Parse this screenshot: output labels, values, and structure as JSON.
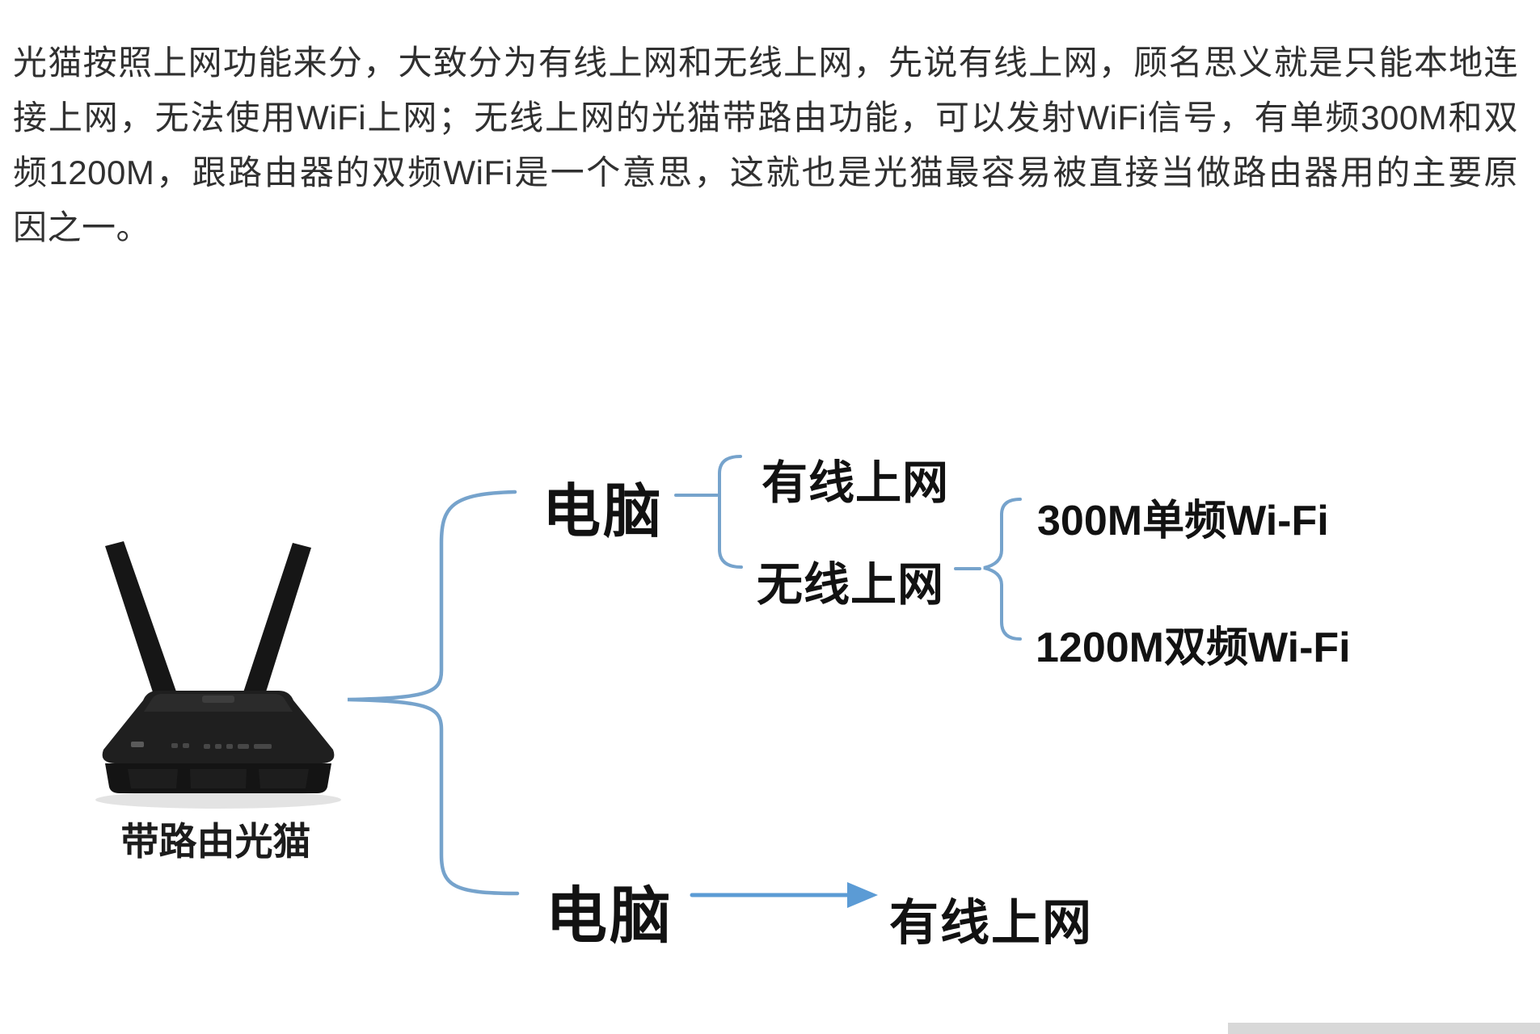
{
  "article": {
    "lines": [
      "光猫按照上网功能来分，大致分为有线上网和无线上网，先说有线上网，顾名思义就是只能本地连",
      "接上网，无法使用WiFi上网；无线上网的光猫带路由功能，可以发射WiFi信号，有单频300M和双",
      "频1200M，跟路由器的双频WiFi是一个意思，这就也是光猫最容易被直接当做路由器用的主要原",
      "因之一。"
    ]
  },
  "mindmap": {
    "root_label": "带路由光猫",
    "branches": [
      {
        "node": "电脑",
        "children": [
          {
            "label": "有线上网"
          },
          {
            "label": "无线上网",
            "children": [
              {
                "label": "300M单频Wi-Fi"
              },
              {
                "label": "1200M双频Wi-Fi"
              }
            ]
          }
        ]
      },
      {
        "node": "电脑",
        "children": [
          {
            "label": "有线上网"
          }
        ]
      }
    ]
  },
  "colors": {
    "connector": "#76a3cc",
    "arrow": "#5b9bd5",
    "label_text": "#121212"
  }
}
